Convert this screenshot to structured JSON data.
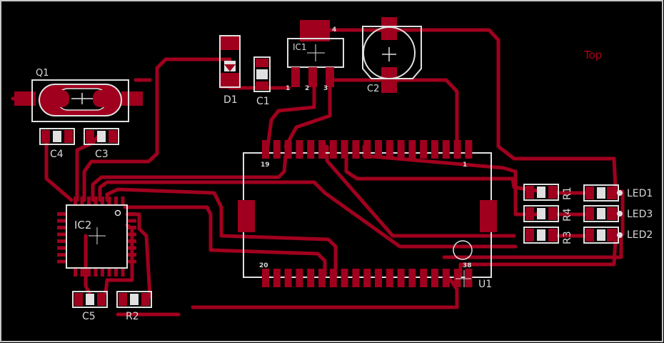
{
  "layer_label": "Top",
  "components": {
    "q1": "Q1",
    "c4": "C4",
    "c3": "C3",
    "d1": "D1",
    "c1": "C1",
    "ic1": "IC1",
    "c2": "C2",
    "ic2": "IC2",
    "c5": "C5",
    "r2": "R2",
    "u1": "U1",
    "r1": "R1",
    "r4": "R4",
    "r3": "R3",
    "led1": "LED1",
    "led3": "LED3",
    "led2": "LED2"
  },
  "pin_labels": {
    "ic1_pin1": "1",
    "ic1_pin2": "2",
    "ic1_pin3": "3",
    "ic1_pin4": "4",
    "u1_pin19": "19",
    "u1_pin1": "1",
    "u1_pin20": "20",
    "u1_pin38": "38"
  },
  "colors": {
    "background": "#000000",
    "copper": "#a0001e",
    "silkscreen": "#e0e0e0",
    "board_outline": "#c8c8c8"
  }
}
